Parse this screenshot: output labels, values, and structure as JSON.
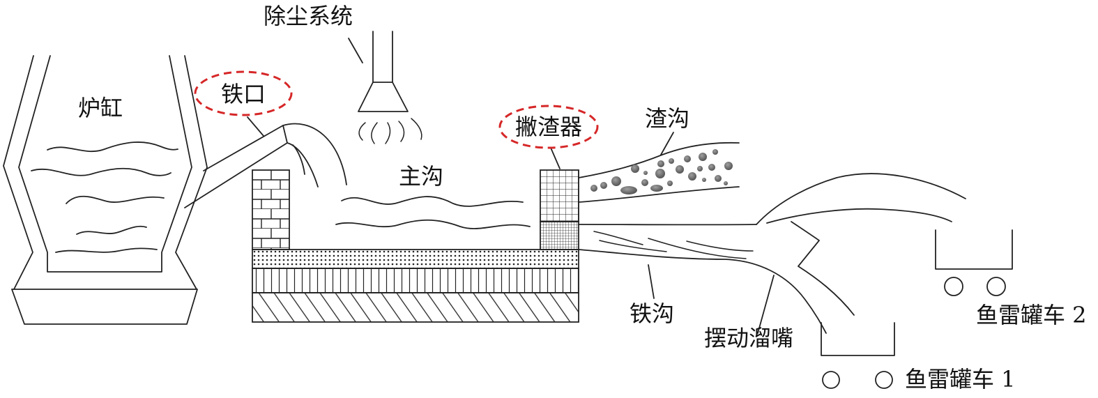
{
  "diagram": {
    "labels": {
      "dust_system": "除尘系统",
      "hearth": "炉缸",
      "taphole": "铁口",
      "main_trough": "主沟",
      "skimmer": "撇渣器",
      "slag_runner": "渣沟",
      "iron_runner": "铁沟",
      "swing_spout": "摆动溜嘴",
      "torpedo_car_1": "鱼雷罐车 1",
      "torpedo_car_2": "鱼雷罐车 2"
    }
  },
  "colors": {
    "line": "#222222",
    "highlight_ellipse": "#d62728",
    "slag_particles": "#6e6e6e"
  }
}
